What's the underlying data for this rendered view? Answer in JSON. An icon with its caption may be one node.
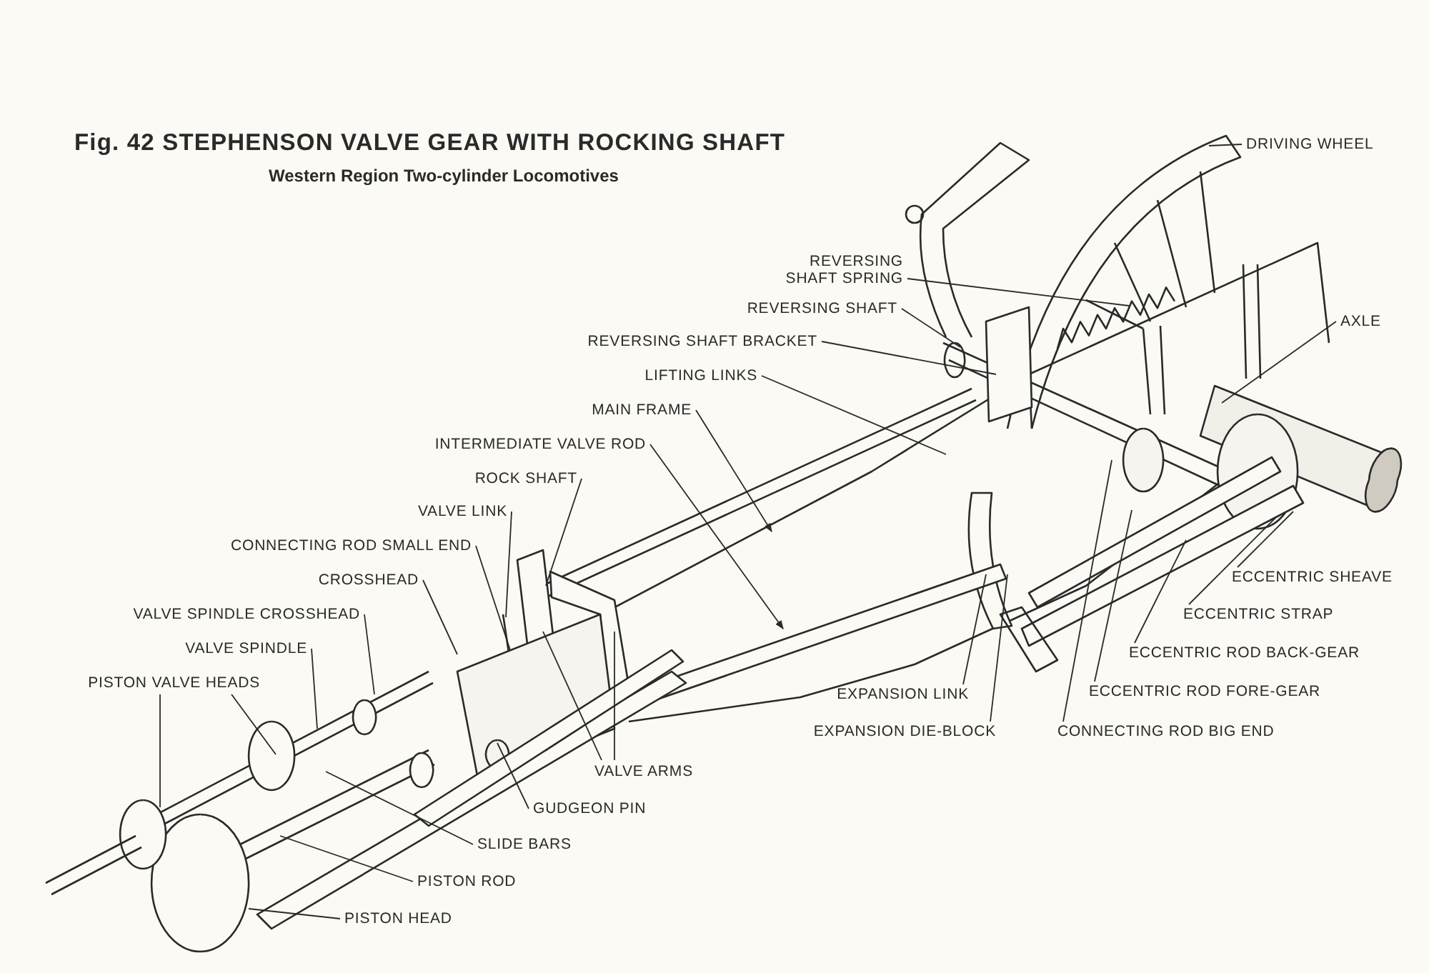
{
  "diagram": {
    "title": "Fig. 42 STEPHENSON VALVE GEAR WITH ROCKING SHAFT",
    "nodes": [
      {
        "text": [
          "REVERSING SHAFT SPRING"
        ]
      },
      {
        "text": [
          "REVERSING SHAFT"
        ]
      },
      {
        "text": [
          "REVERSING SHAFT BRACKET"
        ]
      },
      {
        "text": [
          "LIFTING LINKS"
        ]
      },
      {
        "text": [
          "MAIN FRAME"
        ]
      },
      {
        "text": [
          "INTERMEDIATE VALVE ROD"
        ]
      },
      {
        "text": [
          "ROCK SHAFT"
        ]
      },
      {
        "text": [
          "VALVE LINK"
        ]
      },
      {
        "text": [
          "CONNECTING ROD SMALL END"
        ]
      },
      {
        "text": [
          "CROSSHEAD"
        ]
      },
      {
        "text": [
          "VALVE SPINDLE CROSSHEAD"
        ]
      },
      {
        "text": [
          "VALVE SPINDLE"
        ]
      },
      {
        "text": [
          "PISTON VALVE HEADS"
        ]
      },
      {
        "text": [
          "VALVE ARMS"
        ]
      },
      {
        "text": [
          "GUDGEON PIN"
        ]
      },
      {
        "text": [
          "SLIDE BARS"
        ]
      },
      {
        "text": [
          "PISTON ROD"
        ]
      },
      {
        "text": [
          "PISTON HEAD"
        ]
      },
      {
        "text": [
          "EXPANSION LINK"
        ]
      },
      {
        "text": [
          "EXPANSION DIE-BLOCK"
        ]
      },
      {
        "text": [
          "CONNECTING ROD BIG END"
        ]
      },
      {
        "text": [
          "ECCENTRIC ROD FORE-GEAR"
        ]
      },
      {
        "text": [
          "ECCENTRIC ROD BACK-GEAR"
        ]
      },
      {
        "text": [
          "ECCENTRIC STRAP"
        ]
      },
      {
        "text": [
          "ECCENTRIC SHEAVE"
        ]
      },
      {
        "text": [
          "AXLE"
        ]
      },
      {
        "text": [
          "DRIVING WHEEL"
        ]
      }
    ],
    "edges": [
      {
        "from": 0,
        "to": null,
        "arrow": "none"
      },
      {
        "from": 1,
        "to": null,
        "arrow": "none"
      },
      {
        "from": 2,
        "to": null,
        "arrow": "none"
      },
      {
        "from": 3,
        "to": null,
        "arrow": "none"
      },
      {
        "from": 4,
        "to": null,
        "arrow": "to"
      },
      {
        "from": 5,
        "to": null,
        "arrow": "to"
      },
      {
        "from": 6,
        "to": null,
        "arrow": "none"
      },
      {
        "from": 7,
        "to": null,
        "arrow": "none"
      },
      {
        "from": 8,
        "to": null,
        "arrow": "none"
      },
      {
        "from": 9,
        "to": null,
        "arrow": "none"
      },
      {
        "from": 10,
        "to": null,
        "arrow": "none"
      },
      {
        "from": 11,
        "to": null,
        "arrow": "none"
      },
      {
        "from": 12,
        "to": null,
        "arrow": "none"
      },
      {
        "from": 12,
        "to": null,
        "arrow": "none"
      },
      {
        "from": 13,
        "to": null,
        "arrow": "none"
      },
      {
        "from": 13,
        "to": null,
        "arrow": "none"
      },
      {
        "from": 14,
        "to": null,
        "arrow": "none"
      },
      {
        "from": 15,
        "to": null,
        "arrow": "none"
      },
      {
        "from": 16,
        "to": null,
        "arrow": "none"
      },
      {
        "from": 17,
        "to": null,
        "arrow": "none"
      },
      {
        "from": 18,
        "to": null,
        "arrow": "none"
      },
      {
        "from": 19,
        "to": null,
        "arrow": "none"
      },
      {
        "from": 20,
        "to": null,
        "arrow": "none"
      },
      {
        "from": 21,
        "to": null,
        "arrow": "none"
      },
      {
        "from": 22,
        "to": null,
        "arrow": "none"
      },
      {
        "from": 23,
        "to": null,
        "arrow": "none"
      },
      {
        "from": 24,
        "to": null,
        "arrow": "none"
      },
      {
        "from": 25,
        "to": null,
        "arrow": "none"
      },
      {
        "from": 26,
        "to": null,
        "arrow": "none"
      }
    ],
    "labels": [
      "Western Region Two-cylinder Locomotives"
    ]
  }
}
